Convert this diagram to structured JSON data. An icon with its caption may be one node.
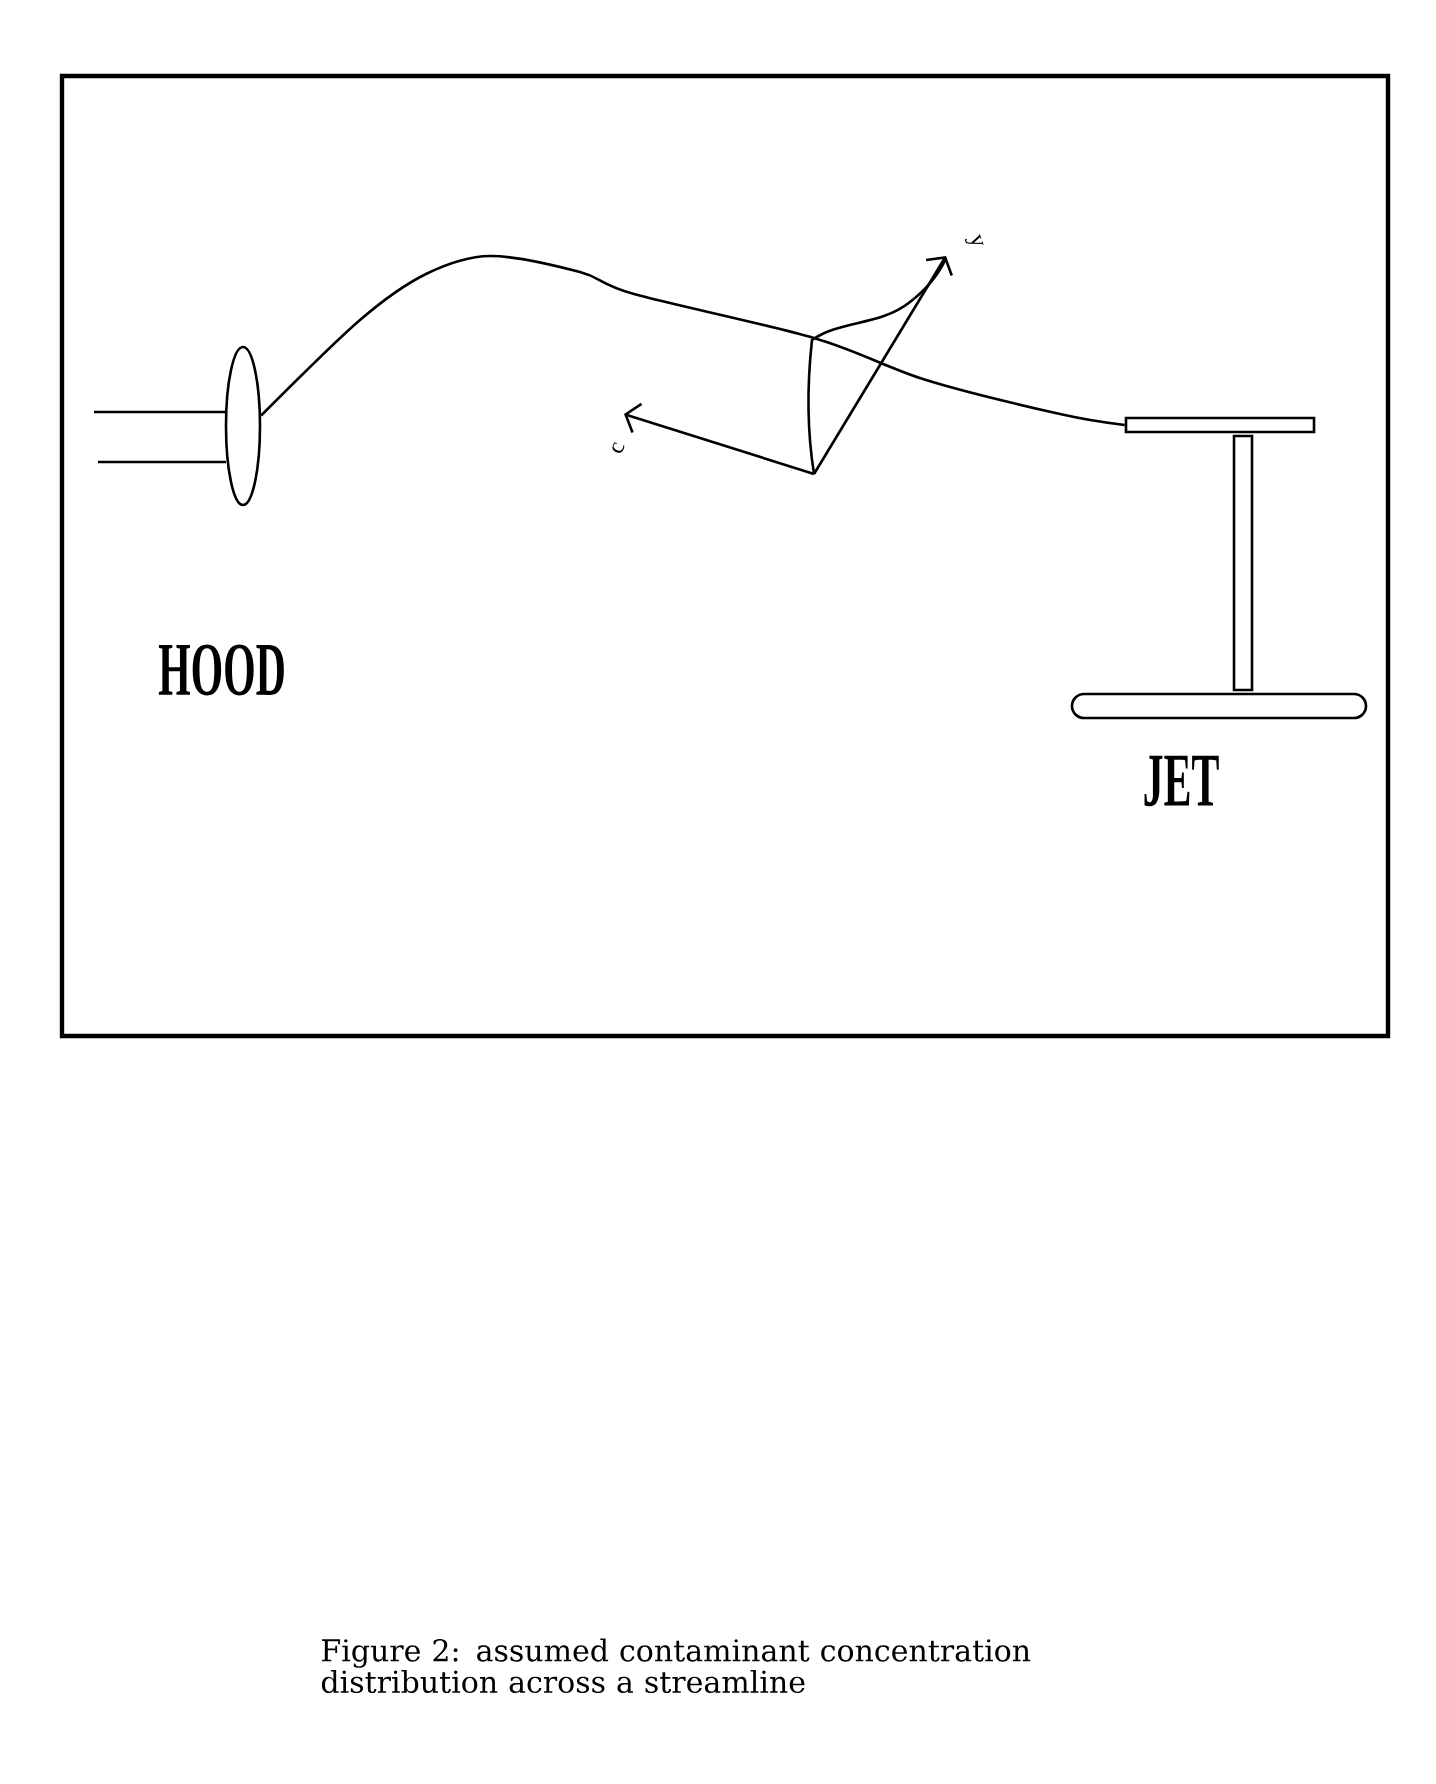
{
  "diagram": {
    "caption": "Figure 2: assumed contaminant concentration distribution across a streamline",
    "nodes": [
      {
        "text": [],
        "shape": "picture",
        "beside": [
          "HOOD"
        ]
      },
      {
        "text": [],
        "shape": "picture",
        "beside": [
          "JET"
        ]
      }
    ],
    "edges": [
      {
        "from": 1,
        "to": 0,
        "arrow": "none"
      }
    ],
    "labels": [
      "y",
      "c"
    ]
  }
}
